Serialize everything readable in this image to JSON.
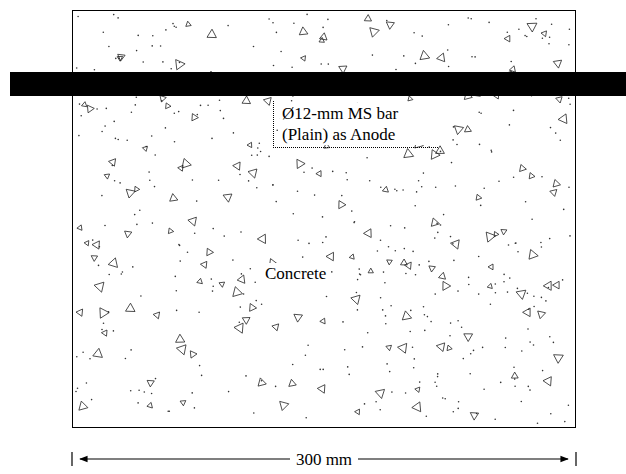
{
  "diagram": {
    "nodes": [
      {
        "text": [
          "Concrete"
        ]
      },
      {
        "text": [
          "Ø12-mm MS bar (Plain) as Anode"
        ],
        "in": 0
      }
    ],
    "labels": [
      "300 mm"
    ]
  }
}
